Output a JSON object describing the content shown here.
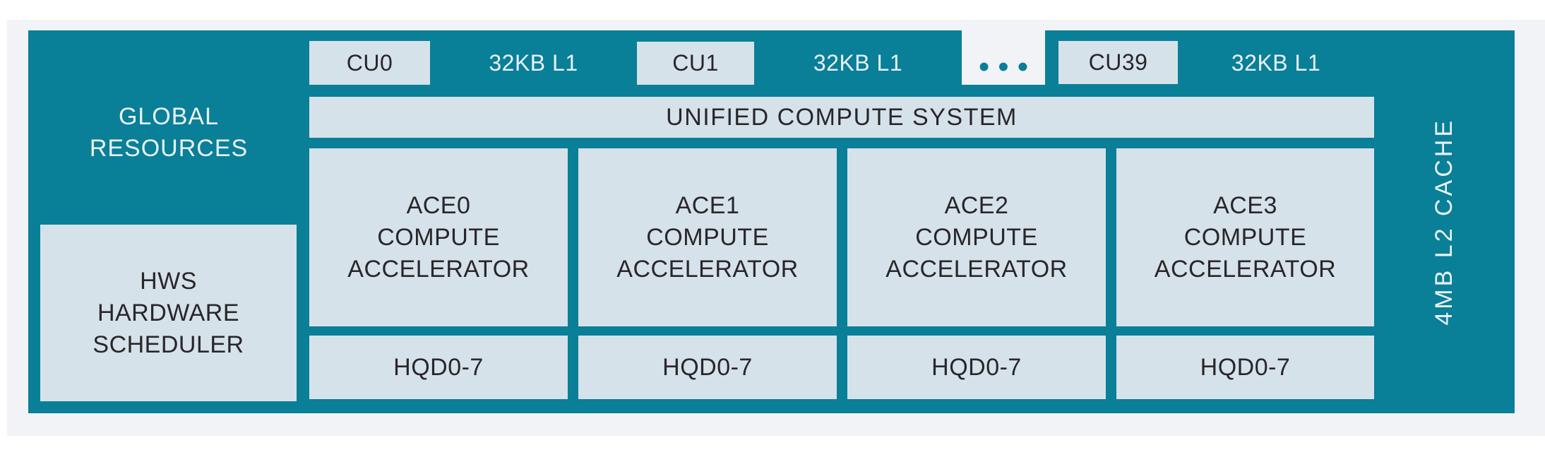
{
  "colors": {
    "teal": "#0a7f98",
    "box": "#d6e2e9",
    "dark_text": "#29262b",
    "light_text": "#e9f2f5",
    "page_bg": "#f2f3f6"
  },
  "global_resources": {
    "line1": "GLOBAL",
    "line2": "RESOURCES"
  },
  "scheduler": {
    "line1": "HWS",
    "line2": "HARDWARE",
    "line3": "SCHEDULER"
  },
  "cu_row": {
    "cu0": "CU0",
    "l1_a": "32KB L1",
    "cu1": "CU1",
    "l1_b": "32KB L1",
    "ellipsis": "•••",
    "cu39": "CU39",
    "l1_c": "32KB L1"
  },
  "unified_bar": {
    "label": "UNIFIED COMPUTE SYSTEM"
  },
  "aces": [
    {
      "line1": "ACE0",
      "line2": "COMPUTE",
      "line3": "ACCELERATOR",
      "hqd": "HQD0-7"
    },
    {
      "line1": "ACE1",
      "line2": "COMPUTE",
      "line3": "ACCELERATOR",
      "hqd": "HQD0-7"
    },
    {
      "line1": "ACE2",
      "line2": "COMPUTE",
      "line3": "ACCELERATOR",
      "hqd": "HQD0-7"
    },
    {
      "line1": "ACE3",
      "line2": "COMPUTE",
      "line3": "ACCELERATOR",
      "hqd": "HQD0-7"
    }
  ],
  "l2_cache": {
    "label": "4MB L2 CACHE"
  }
}
